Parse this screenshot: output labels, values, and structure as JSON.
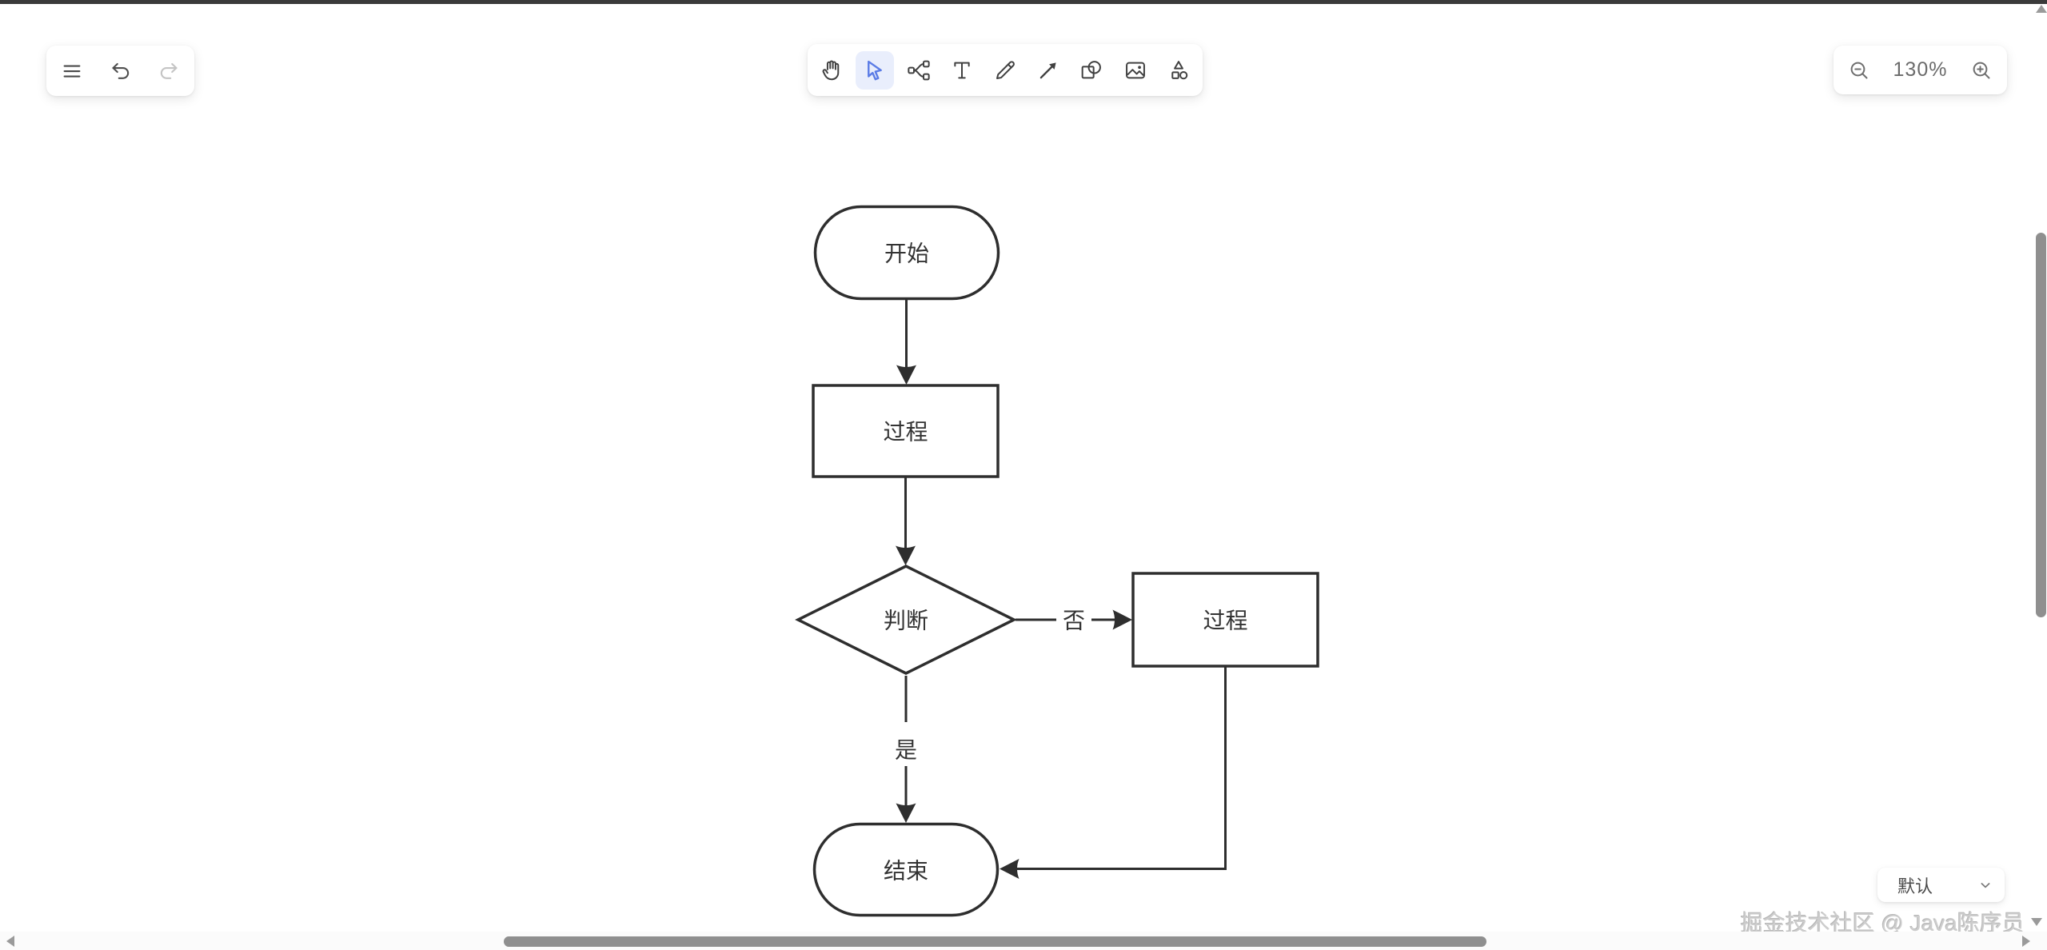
{
  "app": {
    "zoom_level": "130%"
  },
  "toolbar_left": {
    "buttons": [
      {
        "name": "menu",
        "icon": "hamburger-menu-icon"
      },
      {
        "name": "undo",
        "icon": "undo-icon",
        "enabled": true
      },
      {
        "name": "redo",
        "icon": "redo-icon",
        "enabled": false
      }
    ]
  },
  "toolbar_main": {
    "selected_tool": "select",
    "tools": [
      {
        "name": "pan",
        "icon": "hand-icon"
      },
      {
        "name": "select",
        "icon": "cursor-icon"
      },
      {
        "name": "mindmap",
        "icon": "mindmap-icon"
      },
      {
        "name": "text",
        "icon": "text-icon"
      },
      {
        "name": "pencil",
        "icon": "pencil-icon"
      },
      {
        "name": "arrow",
        "icon": "arrow-icon"
      },
      {
        "name": "shapes",
        "icon": "shapes-icon"
      },
      {
        "name": "image",
        "icon": "image-icon"
      },
      {
        "name": "stencil",
        "icon": "stencil-icon"
      }
    ]
  },
  "zoom_controls": {
    "zoom_out_icon": "magnifier-minus-icon",
    "value": "130%",
    "zoom_in_icon": "magnifier-plus-icon"
  },
  "canvas": {
    "flowchart": {
      "nodes": [
        {
          "id": "start",
          "type": "stadium",
          "label": "开始"
        },
        {
          "id": "process1",
          "type": "rect",
          "label": "过程"
        },
        {
          "id": "decision",
          "type": "diamond",
          "label": "判断"
        },
        {
          "id": "process2",
          "type": "rect",
          "label": "过程"
        },
        {
          "id": "end",
          "type": "stadium",
          "label": "结束"
        }
      ],
      "edges": [
        {
          "from": "start",
          "to": "process1",
          "label": ""
        },
        {
          "from": "process1",
          "to": "decision",
          "label": ""
        },
        {
          "from": "decision",
          "to": "process2",
          "label": "否"
        },
        {
          "from": "decision",
          "to": "end",
          "label": "是"
        },
        {
          "from": "process2",
          "to": "end",
          "label": ""
        }
      ]
    }
  },
  "style_selector": {
    "value": "默认",
    "chevron": "chevron-down-icon"
  },
  "watermark": {
    "text": "掘金技术社区 @ Java陈序员"
  },
  "colors": {
    "accent": "#5b7ce6",
    "accent_bg": "#e9eefc",
    "diagram_stroke": "#2e2e2e",
    "scrollbar_thumb": "#8f8f8f",
    "topbar": "#3a3a3a"
  }
}
